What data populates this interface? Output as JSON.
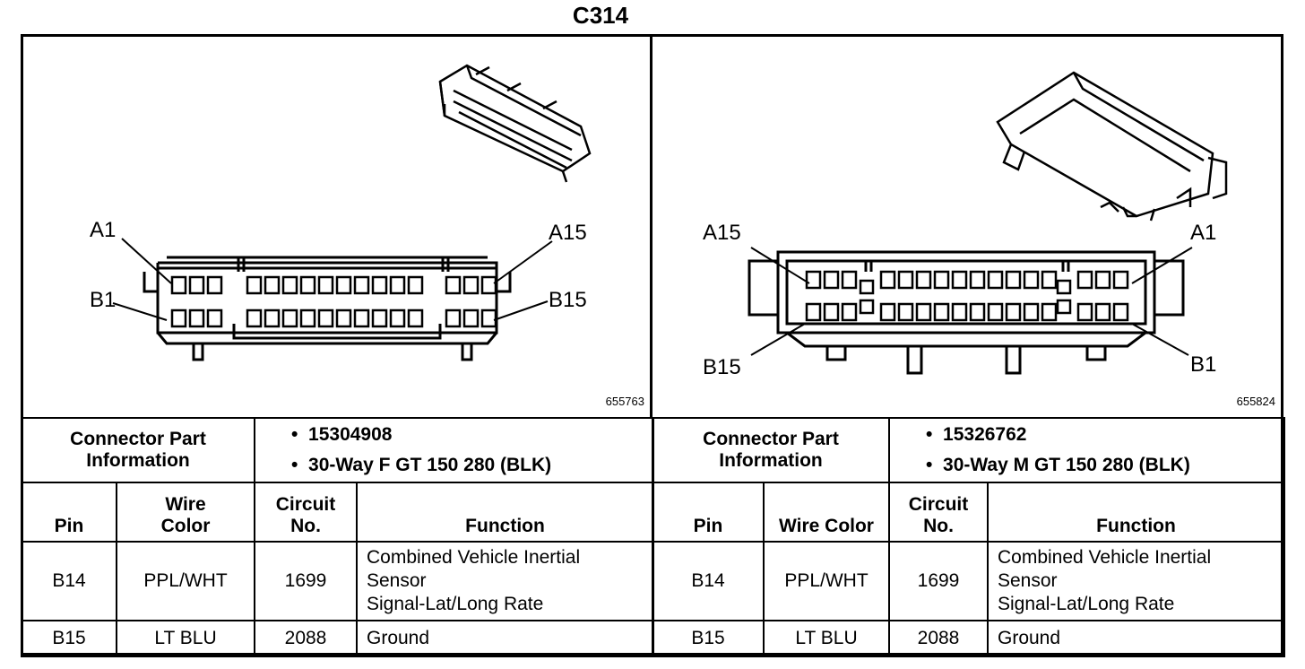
{
  "title": "C314",
  "connectors": [
    {
      "image_id": "655763",
      "pin_labels": {
        "top_left": "A1",
        "top_right": "A15",
        "bottom_left": "B1",
        "bottom_right": "B15"
      },
      "part_info_label": [
        "Connector Part",
        "Information"
      ],
      "part_info": [
        "15304908",
        "30-Way F GT 150 280 (BLK)"
      ],
      "headers": {
        "pin": "Pin",
        "wire_color": [
          "Wire",
          "Color"
        ],
        "circuit": [
          "Circuit",
          "No."
        ],
        "function": "Function"
      },
      "rows": [
        {
          "pin": "B14",
          "wire_color": "PPL/WHT",
          "circuit": "1699",
          "function": [
            "Combined Vehicle Inertial",
            "Sensor",
            "Signal-Lat/Long Rate"
          ]
        },
        {
          "pin": "B15",
          "wire_color": "LT BLU",
          "circuit": "2088",
          "function": [
            "Ground"
          ]
        }
      ]
    },
    {
      "image_id": "655824",
      "pin_labels": {
        "top_left": "A15",
        "top_right": "A1",
        "bottom_left": "B15",
        "bottom_right": "B1"
      },
      "part_info_label": [
        "Connector Part",
        "Information"
      ],
      "part_info": [
        "15326762",
        "30-Way M GT 150 280 (BLK)"
      ],
      "headers": {
        "pin": "Pin",
        "wire_color": "Wire Color",
        "circuit": [
          "Circuit",
          "No."
        ],
        "function": "Function"
      },
      "rows": [
        {
          "pin": "B14",
          "wire_color": "PPL/WHT",
          "circuit": "1699",
          "function": [
            "Combined Vehicle Inertial",
            "Sensor",
            "Signal-Lat/Long Rate"
          ]
        },
        {
          "pin": "B15",
          "wire_color": "LT BLU",
          "circuit": "2088",
          "function": [
            "Ground"
          ]
        }
      ]
    }
  ]
}
